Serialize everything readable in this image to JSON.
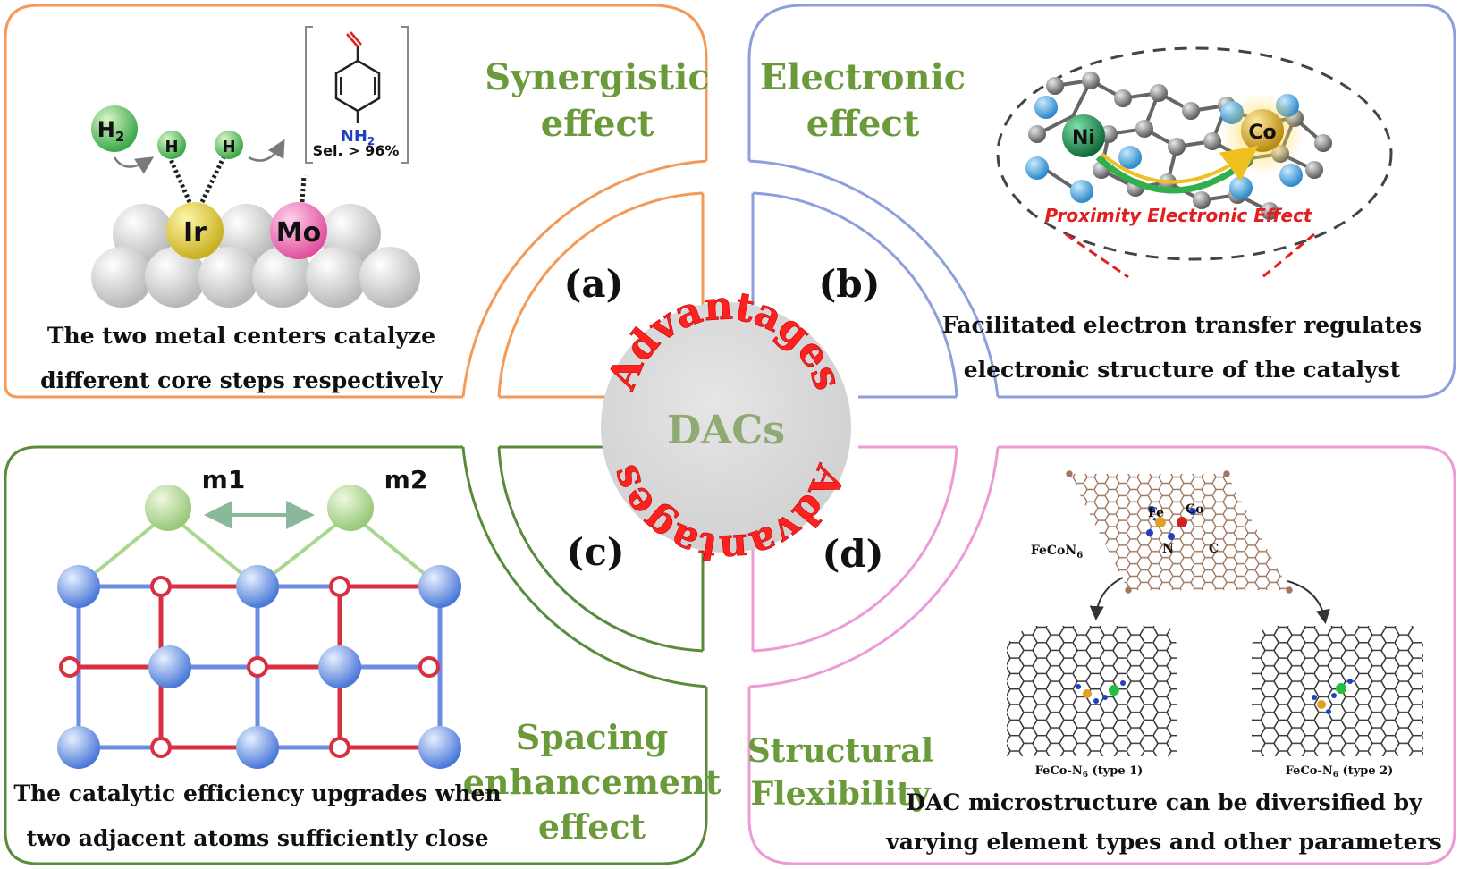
{
  "center": {
    "top_arc_text": "Advantages",
    "bottom_arc_text": "Advantages",
    "label": "DACs",
    "colors": {
      "disc": "#d9d9d9",
      "arc_text": "#ff2020",
      "label": "#8faa72"
    }
  },
  "panels": {
    "a": {
      "letter": "(a)",
      "title_line1": "Synergistic",
      "title_line2": "effect",
      "caption_line1": "The two metal centers catalyze",
      "caption_line2": "different core steps respectively",
      "color": "#f39a57",
      "title_color": "#6a9a3a",
      "illustration": {
        "h2_label": "H",
        "h2_sub": "2",
        "h_label": "H",
        "metal1": "Ir",
        "metal2": "Mo",
        "product_nh": "NH",
        "product_sub": "2",
        "selectivity": "Sel.  > 96%"
      }
    },
    "b": {
      "letter": "(b)",
      "title_line1": "Electronic",
      "title_line2": "effect",
      "caption_line1": "Facilitated electron transfer regulates",
      "caption_line2": "electronic structure of the catalyst",
      "color": "#8ea0dc",
      "title_color": "#6a9a3a",
      "illustration": {
        "metal1": "Ni",
        "metal2": "Co",
        "effect_label": "Proximity Electronic Effect"
      }
    },
    "c": {
      "letter": "(c)",
      "title_line1": "Spacing",
      "title_line2": "enhancement",
      "title_line3": "effect",
      "caption_line1": "The catalytic efficiency upgrades when",
      "caption_line2": "two adjacent atoms sufficiently close",
      "color": "#5a8a3c",
      "title_color": "#6a9a3a",
      "illustration": {
        "site1": "m1",
        "site2": "m2"
      }
    },
    "d": {
      "letter": "(d)",
      "title_line1": "Structural",
      "title_line2": "Flexibility",
      "caption_line1": "DAC microstructure can be diversified by",
      "caption_line2": "varying element types and other parameters",
      "color": "#ee9ad6",
      "title_color": "#6a9a3a",
      "illustration": {
        "formula": "FeCoN",
        "formula_sub": "6",
        "fe": "Fe",
        "co": "Co",
        "n": "N",
        "c": "C",
        "type1_prefix": "FeCo-N",
        "type1_sub": "6",
        "type1_suffix": " (type 1)",
        "type2_prefix": "FeCo-N",
        "type2_sub": "6",
        "type2_suffix": " (type 2)"
      }
    }
  }
}
